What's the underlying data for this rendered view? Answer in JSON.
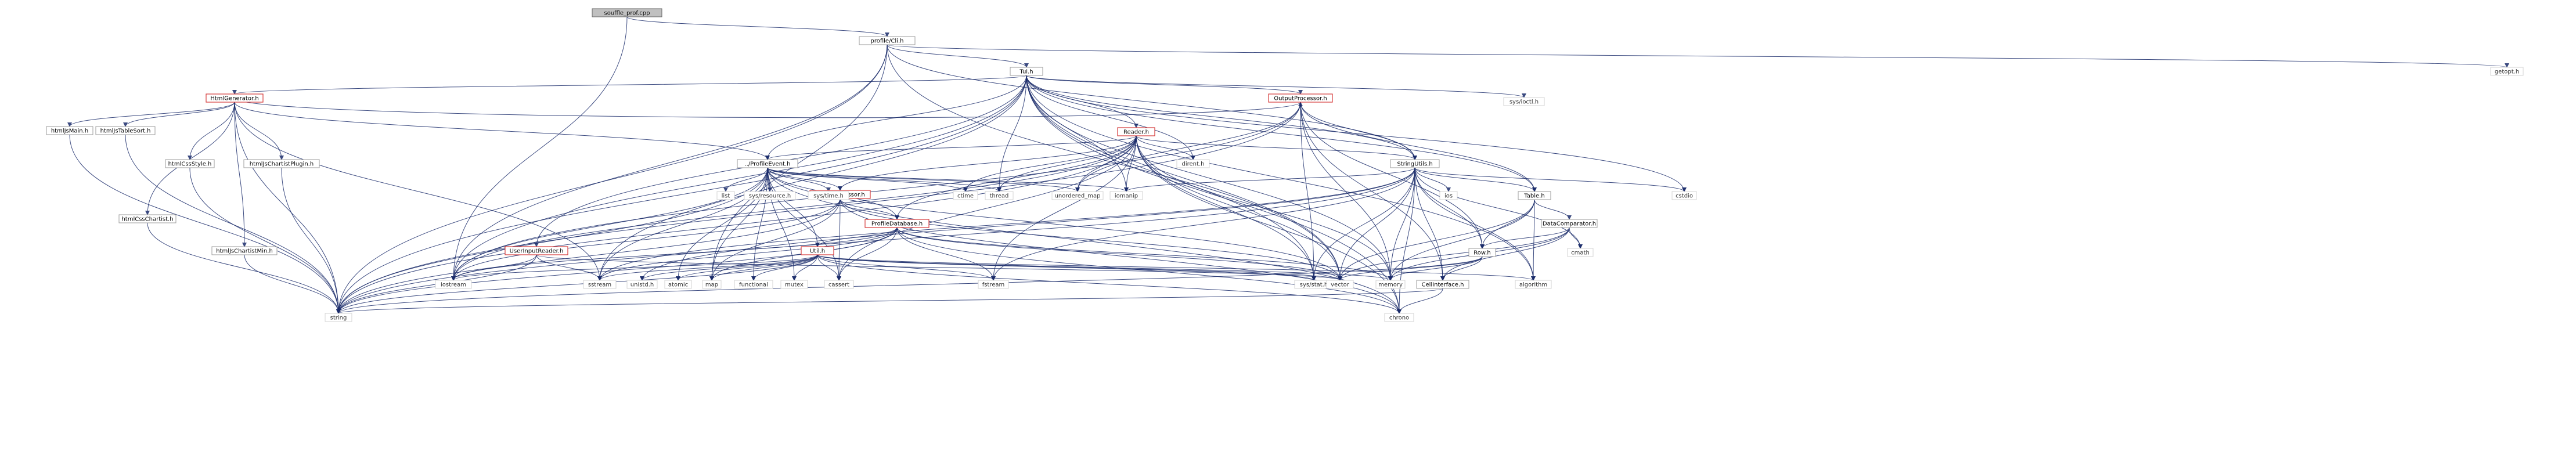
{
  "graph": {
    "nodes": [
      {
        "id": "root",
        "label": "souffle_prof.cpp",
        "kind": "root"
      },
      {
        "id": "cli",
        "label": "profile/Cli.h",
        "kind": "normal"
      },
      {
        "id": "tui",
        "label": "Tui.h",
        "kind": "normal"
      },
      {
        "id": "getopt",
        "label": "getopt.h",
        "kind": "sys"
      },
      {
        "id": "htmlgen",
        "label": "HtmlGenerator.h",
        "kind": "red"
      },
      {
        "id": "outproc",
        "label": "OutputProcessor.h",
        "kind": "red"
      },
      {
        "id": "reader",
        "label": "Reader.h",
        "kind": "red"
      },
      {
        "id": "ioctl",
        "label": "sys/ioctl.h",
        "kind": "sys"
      },
      {
        "id": "htmljsmain",
        "label": "htmlJsMain.h",
        "kind": "normal"
      },
      {
        "id": "htmljstablesort",
        "label": "htmlJsTableSort.h",
        "kind": "normal"
      },
      {
        "id": "htmlcssstyle",
        "label": "htmlCssStyle.h",
        "kind": "normal"
      },
      {
        "id": "htmljschartistplugin",
        "label": "htmlJsChartistPlugin.h",
        "kind": "normal"
      },
      {
        "id": "htmlcsschartist",
        "label": "htmlCssChartist.h",
        "kind": "normal"
      },
      {
        "id": "htmljschartistmin",
        "label": "htmlJsChartistMin.h",
        "kind": "normal"
      },
      {
        "id": "profileevent",
        "label": "../ProfileEvent.h",
        "kind": "normal"
      },
      {
        "id": "stringutils",
        "label": "StringUtils.h",
        "kind": "normal"
      },
      {
        "id": "eventproc",
        "label": "EventProcessor.h",
        "kind": "red"
      },
      {
        "id": "profiledb",
        "label": "ProfileDatabase.h",
        "kind": "red"
      },
      {
        "id": "userinput",
        "label": "UserInputReader.h",
        "kind": "red"
      },
      {
        "id": "util",
        "label": "Util.h",
        "kind": "red"
      },
      {
        "id": "table",
        "label": "Table.h",
        "kind": "normal"
      },
      {
        "id": "datacomp",
        "label": "DataComparator.h",
        "kind": "normal"
      },
      {
        "id": "row",
        "label": "Row.h",
        "kind": "normal"
      },
      {
        "id": "cellinterface",
        "label": "CellInterface.h",
        "kind": "normal"
      },
      {
        "id": "list",
        "label": "list",
        "kind": "sys"
      },
      {
        "id": "sysresource",
        "label": "sys/resource.h",
        "kind": "sys"
      },
      {
        "id": "systime",
        "label": "sys/time.h",
        "kind": "sys"
      },
      {
        "id": "ctime",
        "label": "ctime",
        "kind": "sys"
      },
      {
        "id": "thread",
        "label": "thread",
        "kind": "sys"
      },
      {
        "id": "unorderedmap",
        "label": "unordered_map",
        "kind": "sys"
      },
      {
        "id": "iomanip",
        "label": "iomanip",
        "kind": "sys"
      },
      {
        "id": "dirent",
        "label": "dirent.h",
        "kind": "sys"
      },
      {
        "id": "ios",
        "label": "ios",
        "kind": "sys"
      },
      {
        "id": "cstdio",
        "label": "cstdio",
        "kind": "sys"
      },
      {
        "id": "cmath",
        "label": "cmath",
        "kind": "sys"
      },
      {
        "id": "iostream",
        "label": "iostream",
        "kind": "sys"
      },
      {
        "id": "sstream",
        "label": "sstream",
        "kind": "sys"
      },
      {
        "id": "unistd",
        "label": "unistd.h",
        "kind": "sys"
      },
      {
        "id": "atomic",
        "label": "atomic",
        "kind": "sys"
      },
      {
        "id": "map",
        "label": "map",
        "kind": "sys"
      },
      {
        "id": "functional",
        "label": "functional",
        "kind": "sys"
      },
      {
        "id": "mutex",
        "label": "mutex",
        "kind": "sys"
      },
      {
        "id": "cassert",
        "label": "cassert",
        "kind": "sys"
      },
      {
        "id": "fstream",
        "label": "fstream",
        "kind": "sys"
      },
      {
        "id": "sysstat",
        "label": "sys/stat.h",
        "kind": "sys"
      },
      {
        "id": "vector",
        "label": "vector",
        "kind": "sys"
      },
      {
        "id": "memory",
        "label": "memory",
        "kind": "sys"
      },
      {
        "id": "algorithm",
        "label": "algorithm",
        "kind": "sys"
      },
      {
        "id": "string",
        "label": "string",
        "kind": "sys"
      },
      {
        "id": "chrono",
        "label": "chrono",
        "kind": "sys"
      }
    ],
    "edges": [
      [
        "root",
        "cli"
      ],
      [
        "root",
        "iostream"
      ],
      [
        "cli",
        "tui"
      ],
      [
        "cli",
        "getopt"
      ],
      [
        "cli",
        "string"
      ],
      [
        "cli",
        "vector"
      ],
      [
        "cli",
        "iostream"
      ],
      [
        "cli",
        "map"
      ],
      [
        "cli",
        "stringutils"
      ],
      [
        "tui",
        "htmlgen"
      ],
      [
        "tui",
        "outproc"
      ],
      [
        "tui",
        "reader"
      ],
      [
        "tui",
        "ioctl"
      ],
      [
        "tui",
        "profileevent"
      ],
      [
        "tui",
        "stringutils"
      ],
      [
        "tui",
        "table"
      ],
      [
        "tui",
        "userinput"
      ],
      [
        "tui",
        "dirent"
      ],
      [
        "tui",
        "cstdio"
      ],
      [
        "tui",
        "iostream"
      ],
      [
        "tui",
        "sstream"
      ],
      [
        "tui",
        "string"
      ],
      [
        "tui",
        "thread"
      ],
      [
        "tui",
        "chrono"
      ],
      [
        "tui",
        "memory"
      ],
      [
        "tui",
        "algorithm"
      ],
      [
        "tui",
        "vector"
      ],
      [
        "tui",
        "iomanip"
      ],
      [
        "tui",
        "sysstat"
      ],
      [
        "htmlgen",
        "htmljsmain"
      ],
      [
        "htmlgen",
        "htmljstablesort"
      ],
      [
        "htmlgen",
        "htmlcssstyle"
      ],
      [
        "htmlgen",
        "htmljschartistplugin"
      ],
      [
        "htmlgen",
        "htmlcsschartist"
      ],
      [
        "htmlgen",
        "htmljschartistmin"
      ],
      [
        "htmlgen",
        "outproc"
      ],
      [
        "htmlgen",
        "profileevent"
      ],
      [
        "htmlgen",
        "string"
      ],
      [
        "htmlgen",
        "sstream"
      ],
      [
        "htmljsmain",
        "string"
      ],
      [
        "htmljstablesort",
        "string"
      ],
      [
        "htmlcssstyle",
        "string"
      ],
      [
        "htmljschartistplugin",
        "string"
      ],
      [
        "htmlcsschartist",
        "string"
      ],
      [
        "htmljschartistmin",
        "string"
      ],
      [
        "outproc",
        "stringutils"
      ],
      [
        "outproc",
        "table"
      ],
      [
        "outproc",
        "row"
      ],
      [
        "outproc",
        "cellinterface"
      ],
      [
        "outproc",
        "string"
      ],
      [
        "outproc",
        "memory"
      ],
      [
        "outproc",
        "unorderedmap"
      ],
      [
        "outproc",
        "iostream"
      ],
      [
        "outproc",
        "sysstat"
      ],
      [
        "reader",
        "profileevent"
      ],
      [
        "reader",
        "stringutils"
      ],
      [
        "reader",
        "eventproc"
      ],
      [
        "reader",
        "profiledb"
      ],
      [
        "reader",
        "unorderedmap"
      ],
      [
        "reader",
        "iomanip"
      ],
      [
        "reader",
        "dirent"
      ],
      [
        "reader",
        "thread"
      ],
      [
        "reader",
        "ctime"
      ],
      [
        "reader",
        "cassert"
      ],
      [
        "reader",
        "fstream"
      ],
      [
        "reader",
        "sysstat"
      ],
      [
        "reader",
        "vector"
      ],
      [
        "reader",
        "memory"
      ],
      [
        "reader",
        "string"
      ],
      [
        "reader",
        "chrono"
      ],
      [
        "reader",
        "iostream"
      ],
      [
        "profileevent",
        "list"
      ],
      [
        "profileevent",
        "sysresource"
      ],
      [
        "profileevent",
        "systime"
      ],
      [
        "profileevent",
        "ctime"
      ],
      [
        "profileevent",
        "thread"
      ],
      [
        "profileevent",
        "unorderedmap"
      ],
      [
        "profileevent",
        "iomanip"
      ],
      [
        "profileevent",
        "eventproc"
      ],
      [
        "profileevent",
        "profiledb"
      ],
      [
        "profileevent",
        "util"
      ],
      [
        "profileevent",
        "iostream"
      ],
      [
        "profileevent",
        "sstream"
      ],
      [
        "profileevent",
        "atomic"
      ],
      [
        "profileevent",
        "map"
      ],
      [
        "profileevent",
        "mutex"
      ],
      [
        "profileevent",
        "cassert"
      ],
      [
        "profileevent",
        "string"
      ],
      [
        "profileevent",
        "vector"
      ],
      [
        "profileevent",
        "chrono"
      ],
      [
        "profileevent",
        "functional"
      ],
      [
        "stringutils",
        "table"
      ],
      [
        "stringutils",
        "row"
      ],
      [
        "stringutils",
        "cellinterface"
      ],
      [
        "stringutils",
        "ios"
      ],
      [
        "stringutils",
        "cstdio"
      ],
      [
        "stringutils",
        "iomanip"
      ],
      [
        "stringutils",
        "cmath"
      ],
      [
        "stringutils",
        "memory"
      ],
      [
        "stringutils",
        "algorithm"
      ],
      [
        "stringutils",
        "vector"
      ],
      [
        "stringutils",
        "string"
      ],
      [
        "stringutils",
        "chrono"
      ],
      [
        "stringutils",
        "sstream"
      ],
      [
        "stringutils",
        "fstream"
      ],
      [
        "stringutils",
        "sysstat"
      ],
      [
        "stringutils",
        "unistd"
      ],
      [
        "eventproc",
        "profiledb"
      ],
      [
        "eventproc",
        "cassert"
      ],
      [
        "eventproc",
        "iostream"
      ],
      [
        "eventproc",
        "map"
      ],
      [
        "eventproc",
        "string"
      ],
      [
        "eventproc",
        "vector"
      ],
      [
        "eventproc",
        "chrono"
      ],
      [
        "profiledb",
        "util"
      ],
      [
        "profiledb",
        "cassert"
      ],
      [
        "profiledb",
        "fstream"
      ],
      [
        "profiledb",
        "map"
      ],
      [
        "profiledb",
        "memory"
      ],
      [
        "profiledb",
        "sstream"
      ],
      [
        "profiledb",
        "string"
      ],
      [
        "profiledb",
        "vector"
      ],
      [
        "profiledb",
        "iostream"
      ],
      [
        "profiledb",
        "chrono"
      ],
      [
        "userinput",
        "iostream"
      ],
      [
        "userinput",
        "string"
      ],
      [
        "userinput",
        "vector"
      ],
      [
        "userinput",
        "sstream"
      ],
      [
        "util",
        "iostream"
      ],
      [
        "util",
        "sstream"
      ],
      [
        "util",
        "unistd"
      ],
      [
        "util",
        "atomic"
      ],
      [
        "util",
        "map"
      ],
      [
        "util",
        "functional"
      ],
      [
        "util",
        "mutex"
      ],
      [
        "util",
        "cassert"
      ],
      [
        "util",
        "fstream"
      ],
      [
        "util",
        "sysstat"
      ],
      [
        "util",
        "vector"
      ],
      [
        "util",
        "memory"
      ],
      [
        "util",
        "algorithm"
      ],
      [
        "util",
        "string"
      ],
      [
        "util",
        "chrono"
      ],
      [
        "table",
        "datacomp"
      ],
      [
        "table",
        "row"
      ],
      [
        "table",
        "vector"
      ],
      [
        "table",
        "memory"
      ],
      [
        "table",
        "algorithm"
      ],
      [
        "datacomp",
        "row"
      ],
      [
        "datacomp",
        "cellinterface"
      ],
      [
        "datacomp",
        "cmath"
      ],
      [
        "datacomp",
        "vector"
      ],
      [
        "datacomp",
        "memory"
      ],
      [
        "row",
        "cellinterface"
      ],
      [
        "row",
        "vector"
      ],
      [
        "row",
        "memory"
      ],
      [
        "row",
        "string"
      ],
      [
        "cellinterface",
        "string"
      ],
      [
        "cellinterface",
        "chrono"
      ]
    ]
  }
}
